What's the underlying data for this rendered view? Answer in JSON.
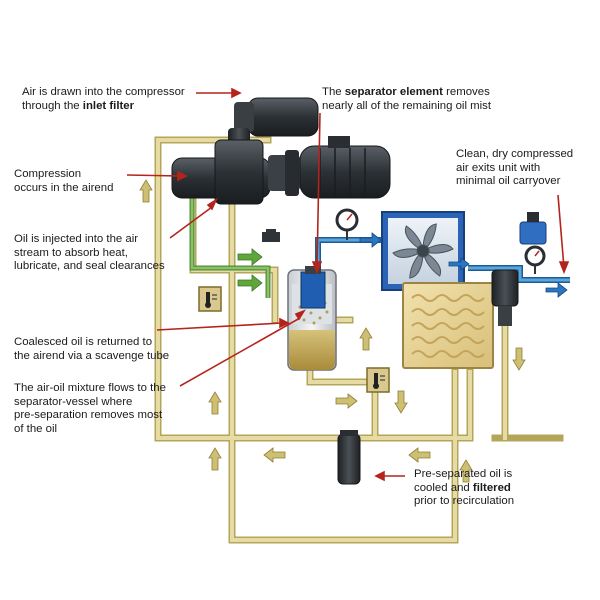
{
  "labels": {
    "inlet": {
      "line1": "Air is drawn into the compressor",
      "line2_pre": "through the ",
      "line2_bold": "inlet filter"
    },
    "separator_element": {
      "line1_pre": "The ",
      "line1_bold": "separator element",
      "line1_post": " removes",
      "line2": "nearly all of the remaining oil mist"
    },
    "clean_air": {
      "line1": "Clean, dry compressed",
      "line2": "air exits unit with",
      "line3": "minimal oil carryover"
    },
    "compression": {
      "line1": "Compression",
      "line2": "occurs in the airend"
    },
    "oil_injected": {
      "line1": "Oil is injected into the air",
      "line2": "stream to absorb heat,",
      "line3": "lubricate, and seal clearances"
    },
    "coalesced": {
      "line1": "Coalesced oil is returned to",
      "line2": "the airend via a scavenge tube"
    },
    "air_oil": {
      "line1": "The air-oil mixture flows to the",
      "line2": "separator-vessel where",
      "line3": "pre-separation removes most",
      "line4": "of the oil"
    },
    "preseparated": {
      "line1": "Pre-separated oil is",
      "line2_pre": "cooled and ",
      "line2_bold": "filtered",
      "line3": "prior to recirculation"
    }
  },
  "colors": {
    "oil_line": "#d9cd8c",
    "oil_line_edge": "#b3a55a",
    "air_line": "#2f86c9",
    "callout_arrow": "#b5241c",
    "machine_dark": "#2b2f33",
    "cooler_gold": "#e7d398",
    "fan_box_blue": "#2b63b7"
  },
  "icons": [
    "fan-icon",
    "pressure-gauge-icon",
    "thermostat-icon",
    "flow-arrow-icon",
    "oil-filter-icon",
    "check-valve-icon"
  ]
}
